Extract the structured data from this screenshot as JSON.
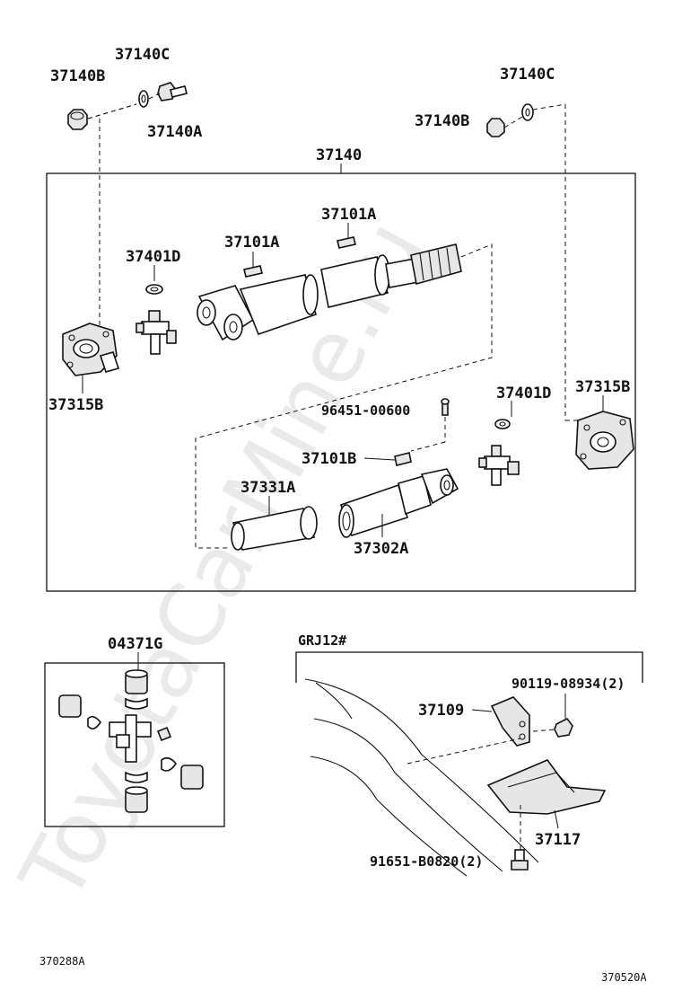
{
  "watermark": "ToyotaCarMine.ru",
  "labels": {
    "l_37140B_left": "37140B",
    "l_37140C_left": "37140C",
    "l_37140A": "37140A",
    "l_37140C_right": "37140C",
    "l_37140B_right": "37140B",
    "l_37140": "37140",
    "l_37101A_a": "37101A",
    "l_37101A_b": "37101A",
    "l_37401D_left": "37401D",
    "l_37315B_left": "37315B",
    "l_96451": "96451-00600",
    "l_37401D_right": "37401D",
    "l_37315B_right": "37315B",
    "l_37101B": "37101B",
    "l_37331A": "37331A",
    "l_37302A": "37302A",
    "l_04371G": "04371G",
    "l_grj12": "GRJ12#",
    "l_90119": "90119-08934(2)",
    "l_37109": "37109",
    "l_37117": "37117",
    "l_91651": "91651-B0820(2)",
    "l_ref_left": "370288A",
    "l_ref_right": "370520A"
  }
}
